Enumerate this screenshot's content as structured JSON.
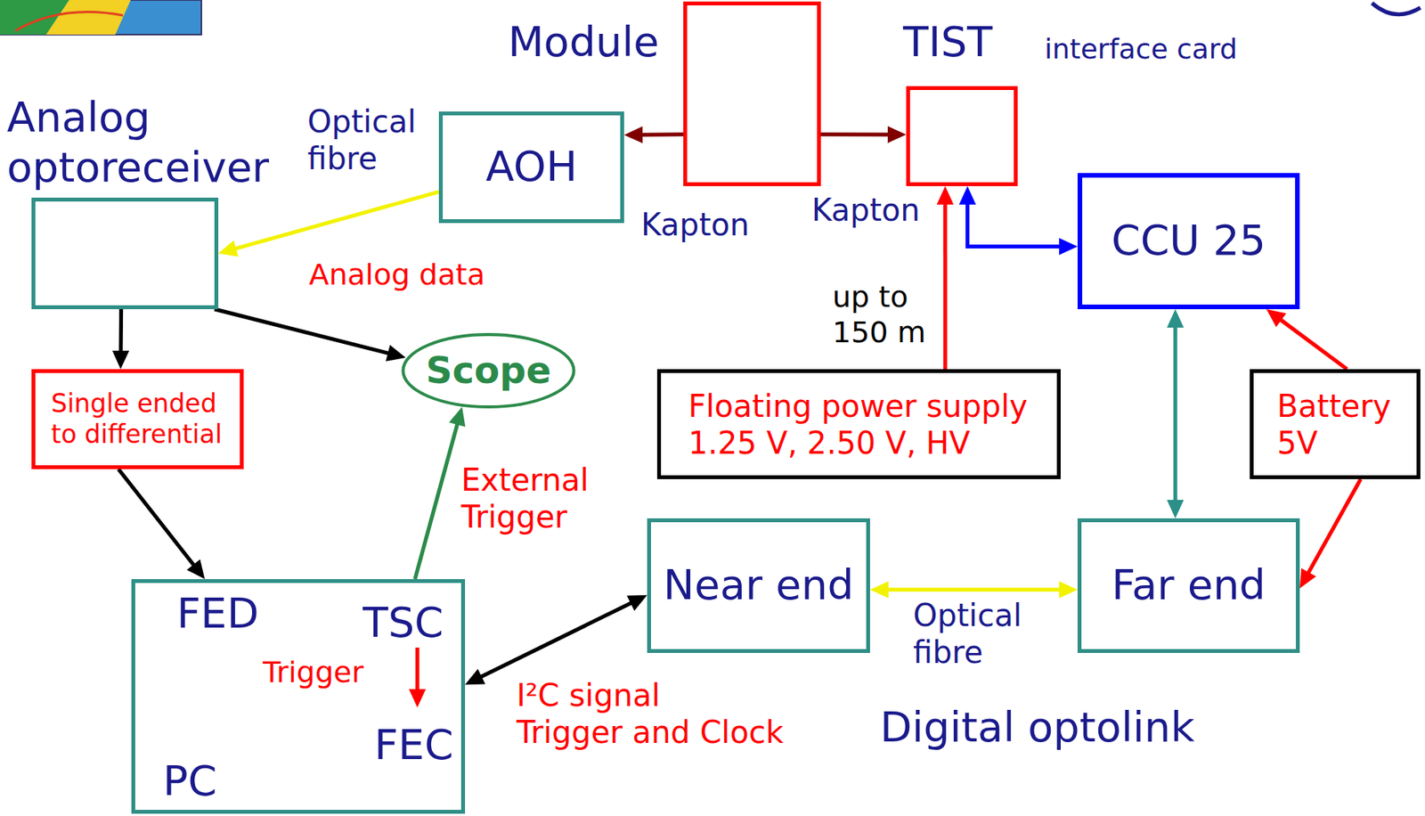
{
  "diagram": {
    "nodes": [
      {
        "text": [
          "Module"
        ]
      },
      {
        "text": [
          "TIST",
          "interface card"
        ]
      },
      {
        "text": [
          "Analog optoreceiver"
        ]
      },
      {
        "text": [
          "AOH"
        ]
      },
      {
        "text": [
          "CCU 25"
        ]
      },
      {
        "text": [
          "Scope"
        ]
      },
      {
        "text": [
          "Single ended to differential"
        ]
      },
      {
        "text": [
          "Floating power supply 1.25 V, 2.50 V, HV"
        ]
      },
      {
        "text": [
          "Battery 5V"
        ]
      },
      {
        "text": [
          "FED",
          "TSC",
          "Trigger",
          "FEC",
          "PC"
        ]
      },
      {
        "text": [
          "Near end"
        ]
      },
      {
        "text": [
          "Far end"
        ]
      }
    ],
    "edges": [
      {
        "from": 0,
        "to": 3,
        "arrow": "to",
        "label": "Kapton"
      },
      {
        "from": 0,
        "to": 1,
        "arrow": "to",
        "label": "Kapton"
      },
      {
        "from": 3,
        "to": 2,
        "arrow": "to",
        "label": "Optical fibre"
      },
      {
        "from": 2,
        "to": 6,
        "arrow": "to"
      },
      {
        "from": 2,
        "to": 5,
        "arrow": "to"
      },
      {
        "from": 6,
        "to": 9,
        "arrow": "to"
      },
      {
        "from": 9,
        "to": 5,
        "arrow": "to",
        "label": "External Trigger"
      },
      {
        "from": 9,
        "to": 10,
        "arrow": "both",
        "label": "I²C signal Trigger and Clock"
      },
      {
        "from": 10,
        "to": 11,
        "arrow": "both",
        "label": "Optical fibre"
      },
      {
        "from": 4,
        "to": 11,
        "arrow": "both"
      },
      {
        "from": 8,
        "to": 4,
        "arrow": "to"
      },
      {
        "from": 8,
        "to": 11,
        "arrow": "to"
      },
      {
        "from": 7,
        "to": 1,
        "arrow": "to",
        "label": "up to 150 m"
      },
      {
        "from": 1,
        "to": 4,
        "arrow": "both"
      }
    ],
    "labels": [
      "Analog data",
      "Digital optolink"
    ]
  }
}
